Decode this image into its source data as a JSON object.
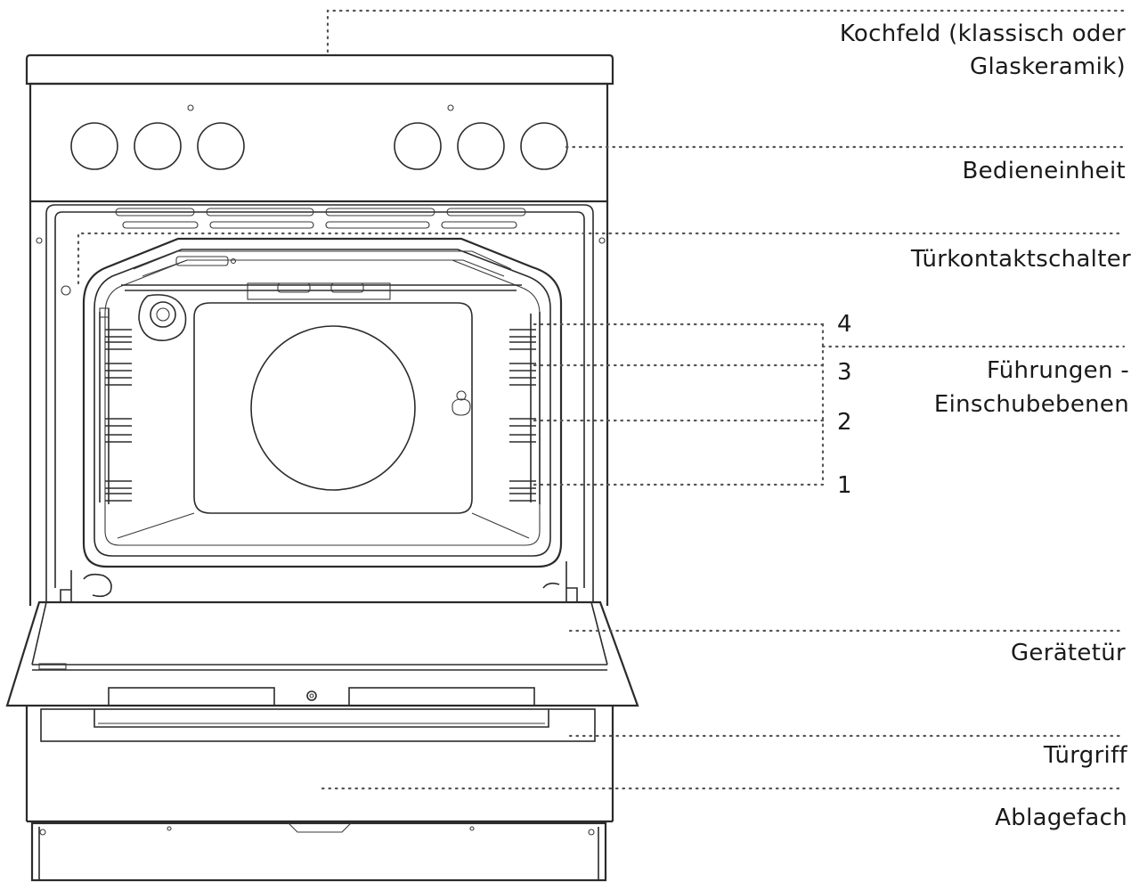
{
  "labels": {
    "kochfeld_1": "Kochfeld (klassisch oder",
    "kochfeld_2": "Glaskeramik)",
    "bedieneinheit": "Bedieneinheit",
    "tuerkontaktschalter": "Türkontaktschalter",
    "fuehrungen_1": "Führungen -",
    "fuehrungen_2": "Einschubebenen",
    "geraetetuer": "Gerätetür",
    "tuergriff": "Türgriff",
    "ablagefach": "Ablagefach"
  },
  "levels": [
    "4",
    "3",
    "2",
    "1"
  ]
}
